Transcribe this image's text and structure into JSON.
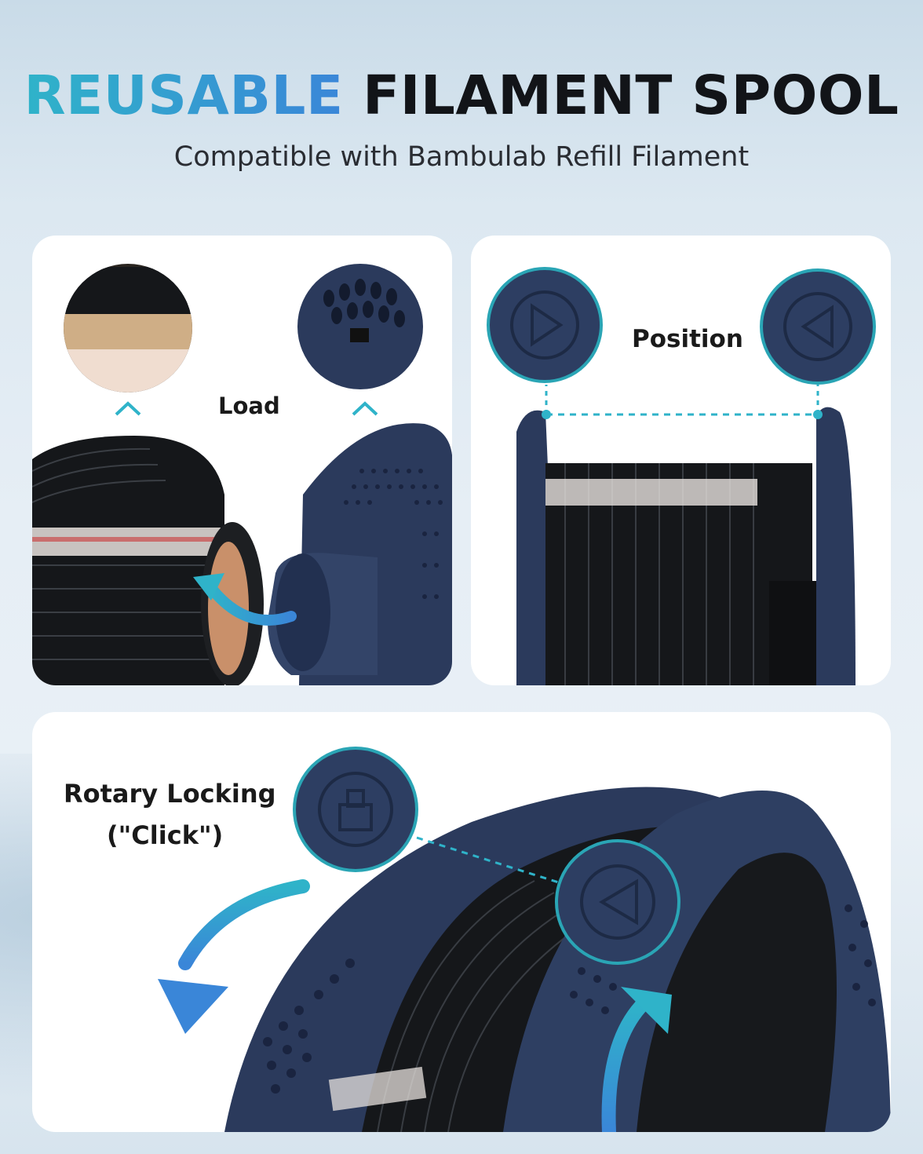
{
  "header": {
    "title_accent": "REUSABLE",
    "title_main": "FILAMENT SPOOL",
    "subtitle": "Compatible with Bambulab Refill Filament"
  },
  "panels": {
    "load": {
      "label": "Load"
    },
    "position": {
      "label": "Position"
    },
    "rotary": {
      "label_line1": "Rotary Locking",
      "label_line2": "(\"Click\")"
    }
  },
  "colors": {
    "accent_teal": "#2fb3c9",
    "accent_blue": "#3a86d8",
    "spool_navy": "#2b3a5c",
    "filament_black": "#15171a"
  }
}
